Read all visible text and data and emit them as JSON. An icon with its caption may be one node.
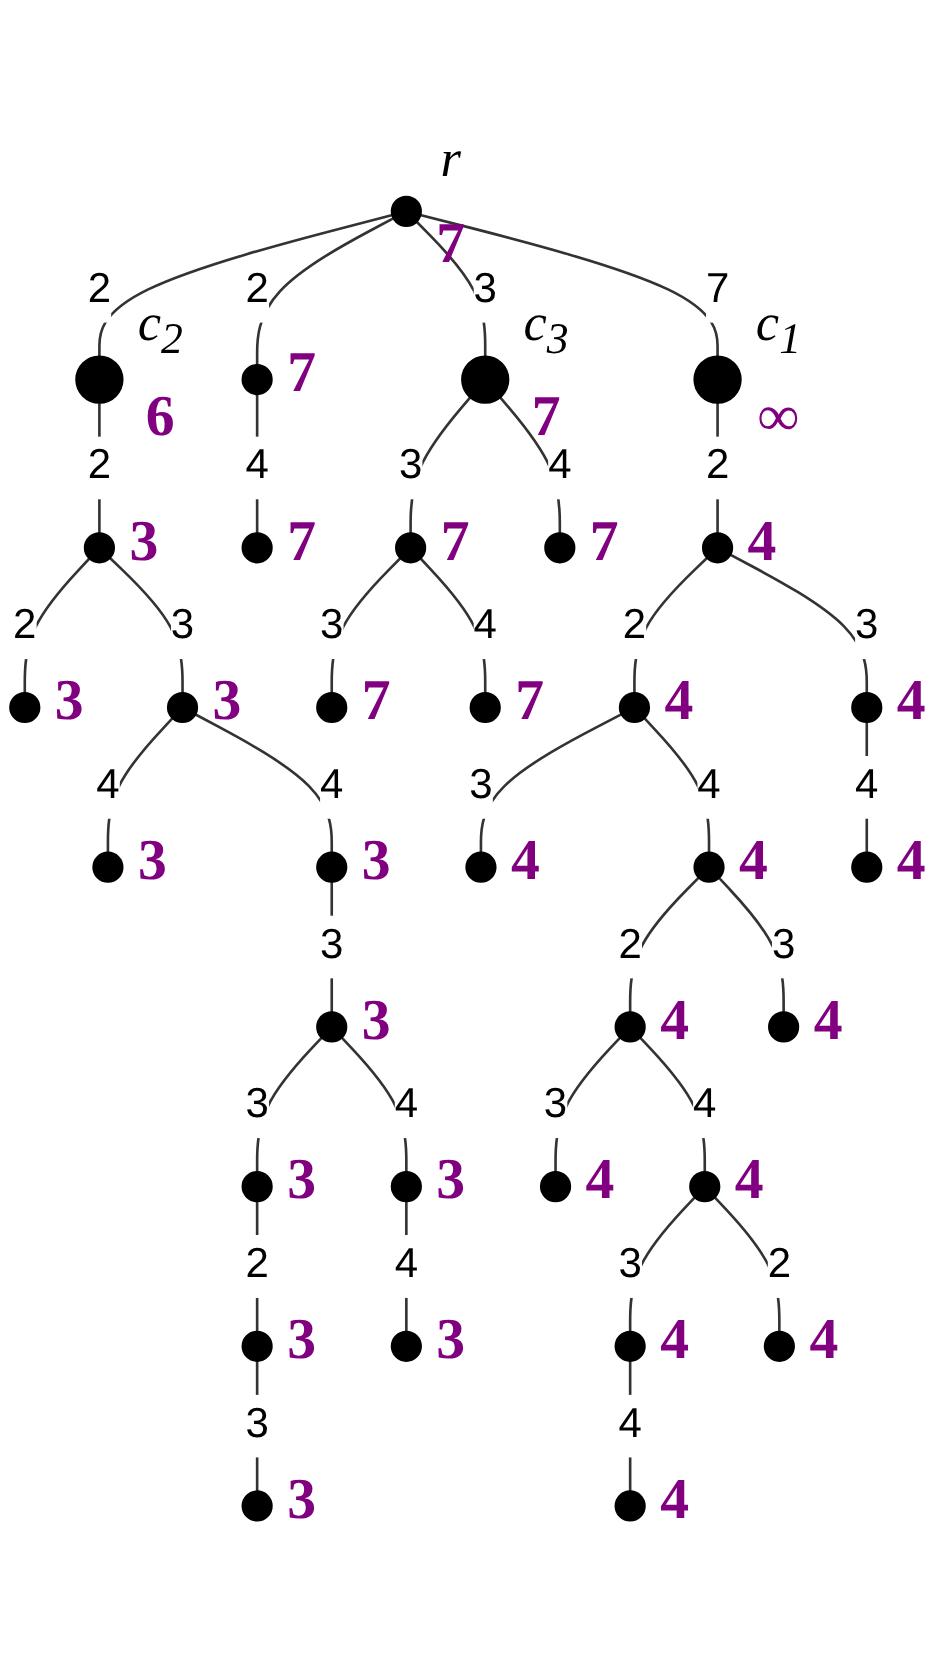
{
  "diagram": {
    "nodes": [
      {
        "text": [],
        "shape": "circle",
        "beside": [
          "r",
          "7"
        ]
      },
      {
        "text": [],
        "shape": "circle",
        "beside": [
          "7"
        ]
      },
      {
        "text": [],
        "shape": "circle",
        "beside": [
          "c$_{2}$",
          "6"
        ]
      },
      {
        "text": [],
        "shape": "circle",
        "beside": [
          "c$_{3}$",
          "7"
        ]
      },
      {
        "text": [],
        "shape": "circle",
        "beside": [
          "3"
        ]
      },
      {
        "text": [],
        "shape": "circle",
        "beside": [
          "7"
        ]
      },
      {
        "text": [],
        "shape": "circle",
        "beside": [
          "3"
        ]
      },
      {
        "text": [],
        "shape": "circle",
        "beside": [
          "7"
        ]
      },
      {
        "text": [],
        "shape": "circle",
        "beside": [
          "3"
        ]
      },
      {
        "text": [],
        "shape": "circle",
        "beside": [
          "c$_{1}$",
          "∞"
        ]
      },
      {
        "text": [],
        "shape": "circle",
        "beside": [
          "7"
        ]
      },
      {
        "text": [],
        "shape": "circle",
        "beside": [
          "4"
        ]
      },
      {
        "text": [],
        "shape": "circle",
        "beside": [
          "7"
        ]
      },
      {
        "text": [],
        "shape": "circle",
        "beside": [
          "7"
        ]
      },
      {
        "text": [],
        "shape": "circle",
        "beside": [
          "3"
        ]
      },
      {
        "text": [],
        "shape": "circle",
        "beside": [
          "3"
        ]
      },
      {
        "text": [],
        "shape": "circle",
        "beside": [
          "4"
        ]
      },
      {
        "text": [],
        "shape": "circle",
        "beside": [
          "4"
        ]
      },
      {
        "text": [],
        "shape": "circle",
        "beside": [
          "3"
        ]
      },
      {
        "text": [],
        "shape": "circle",
        "beside": [
          "4"
        ]
      },
      {
        "text": [],
        "shape": "circle",
        "beside": [
          "4"
        ]
      },
      {
        "text": [],
        "shape": "circle",
        "beside": [
          "4"
        ]
      },
      {
        "text": [],
        "shape": "circle",
        "beside": [
          "3"
        ]
      },
      {
        "text": [],
        "shape": "circle",
        "beside": [
          "4"
        ]
      },
      {
        "text": [],
        "shape": "circle",
        "beside": [
          "3"
        ]
      },
      {
        "text": [],
        "shape": "circle",
        "beside": [
          "4"
        ]
      },
      {
        "text": [],
        "shape": "circle",
        "beside": [
          "3"
        ]
      },
      {
        "text": [],
        "shape": "circle",
        "beside": [
          "4"
        ]
      },
      {
        "text": [],
        "shape": "circle",
        "beside": [
          "4"
        ]
      },
      {
        "text": [],
        "shape": "circle",
        "beside": [
          "3"
        ]
      },
      {
        "text": [],
        "shape": "circle",
        "beside": [
          "3"
        ]
      },
      {
        "text": [],
        "shape": "circle",
        "beside": [
          "4"
        ]
      },
      {
        "text": [],
        "shape": "circle",
        "beside": [
          "4"
        ]
      },
      {
        "text": [],
        "shape": "circle",
        "beside": [
          "4"
        ]
      }
    ],
    "edges": [
      {
        "from": 0,
        "to": 1,
        "arrow": "none",
        "label": "2"
      },
      {
        "from": 0,
        "to": 2,
        "arrow": "none",
        "label": "2"
      },
      {
        "from": 0,
        "to": 9,
        "arrow": "none",
        "label": "7"
      },
      {
        "from": 0,
        "to": 3,
        "arrow": "none",
        "label": "3"
      },
      {
        "from": 1,
        "to": 5,
        "arrow": "none",
        "label": "4"
      },
      {
        "from": 2,
        "to": 4,
        "arrow": "none",
        "label": "2"
      },
      {
        "from": 4,
        "to": 6,
        "arrow": "none",
        "label": "2"
      },
      {
        "from": 4,
        "to": 8,
        "arrow": "none",
        "label": "3"
      },
      {
        "from": 8,
        "to": 14,
        "arrow": "none",
        "label": "4"
      },
      {
        "from": 8,
        "to": 15,
        "arrow": "none",
        "label": "4"
      },
      {
        "from": 15,
        "to": 18,
        "arrow": "none",
        "label": "3"
      },
      {
        "from": 18,
        "to": 22,
        "arrow": "none",
        "label": "3"
      },
      {
        "from": 18,
        "to": 24,
        "arrow": "none",
        "label": "4"
      },
      {
        "from": 22,
        "to": 26,
        "arrow": "none",
        "label": "2"
      },
      {
        "from": 26,
        "to": 29,
        "arrow": "none",
        "label": "3"
      },
      {
        "from": 24,
        "to": 30,
        "arrow": "none",
        "label": "4"
      },
      {
        "from": 9,
        "to": 11,
        "arrow": "none",
        "label": "2"
      },
      {
        "from": 11,
        "to": 17,
        "arrow": "none",
        "label": "3"
      },
      {
        "from": 11,
        "to": 16,
        "arrow": "none",
        "label": "2"
      },
      {
        "from": 17,
        "to": 21,
        "arrow": "none",
        "label": "4"
      },
      {
        "from": 16,
        "to": 20,
        "arrow": "none",
        "label": "4"
      },
      {
        "from": 16,
        "to": 19,
        "arrow": "none",
        "label": "3"
      },
      {
        "from": 20,
        "to": 23,
        "arrow": "none",
        "label": "2"
      },
      {
        "from": 20,
        "to": 25,
        "arrow": "none",
        "label": "3"
      },
      {
        "from": 23,
        "to": 27,
        "arrow": "none",
        "label": "3"
      },
      {
        "from": 23,
        "to": 28,
        "arrow": "none",
        "label": "4"
      },
      {
        "from": 28,
        "to": 31,
        "arrow": "none",
        "label": "3"
      },
      {
        "from": 28,
        "to": 32,
        "arrow": "none",
        "label": "2"
      },
      {
        "from": 31,
        "to": 33,
        "arrow": "none",
        "label": "4"
      },
      {
        "from": 3,
        "to": 10,
        "arrow": "none",
        "label": "4"
      },
      {
        "from": 3,
        "to": 7,
        "arrow": "none",
        "label": "3"
      },
      {
        "from": 7,
        "to": 12,
        "arrow": "none",
        "label": "3"
      },
      {
        "from": 7,
        "to": 13,
        "arrow": "none",
        "label": "4"
      }
    ]
  }
}
